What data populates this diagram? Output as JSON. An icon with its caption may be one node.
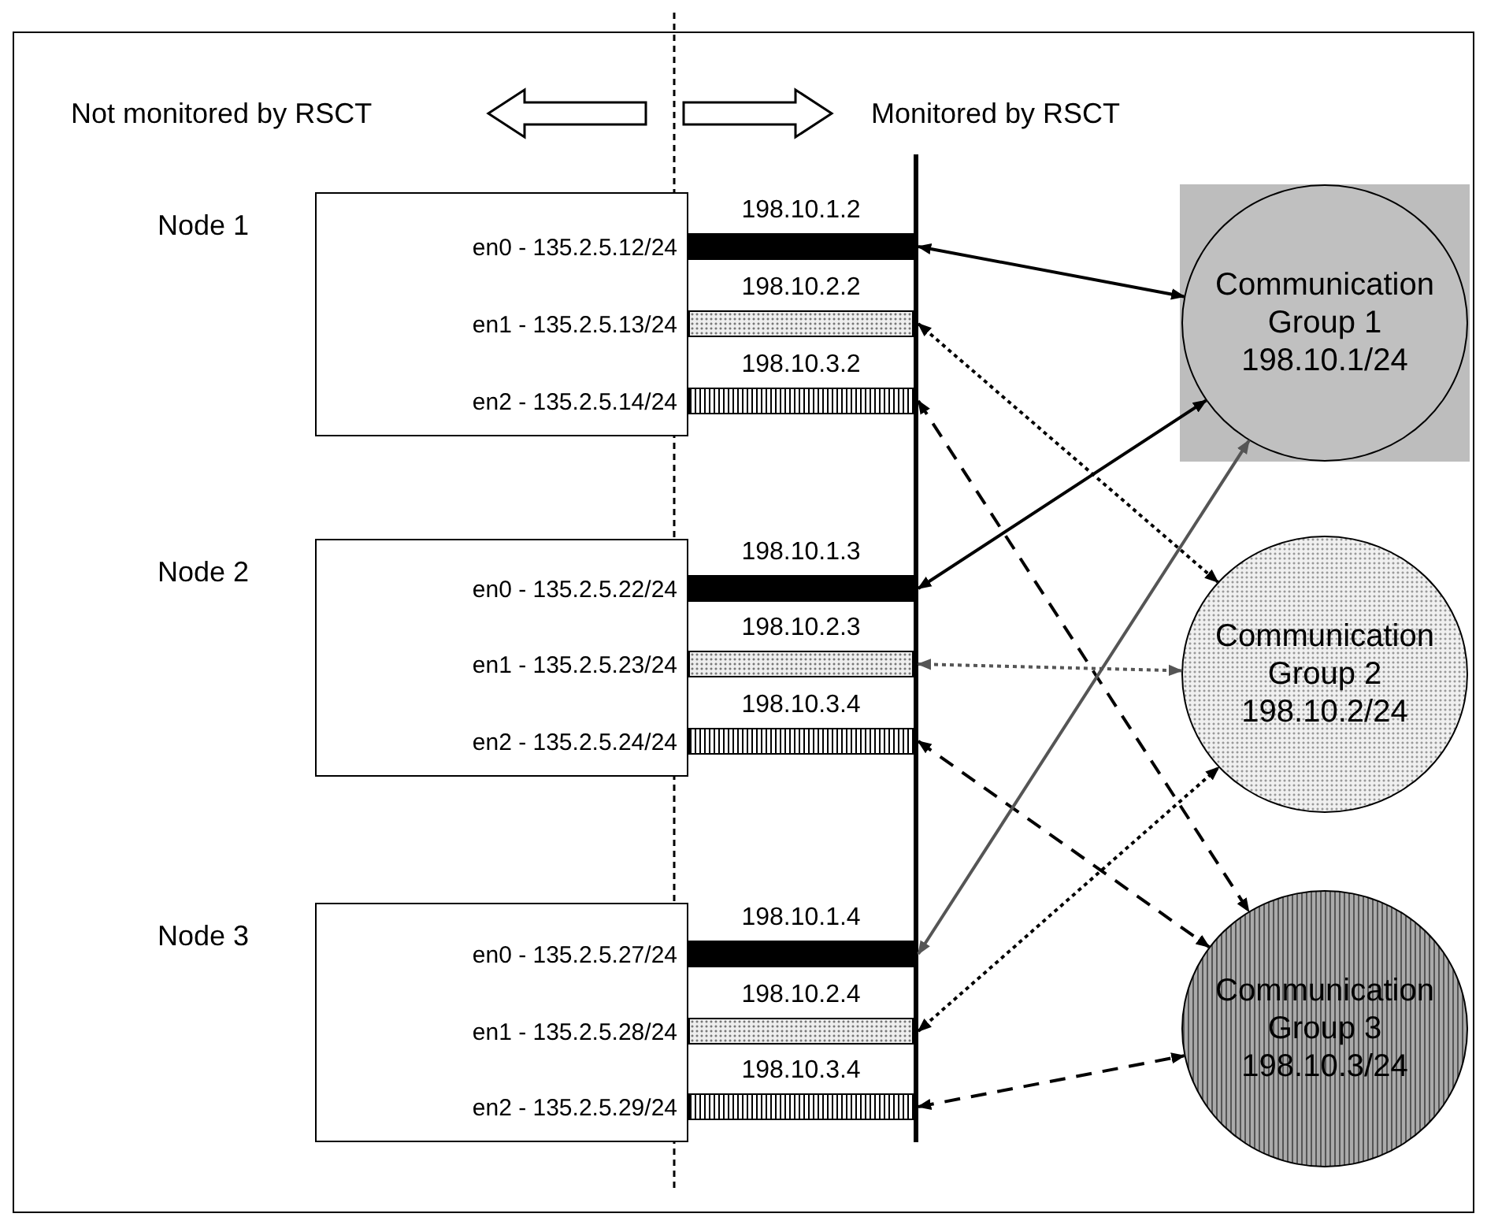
{
  "diagram": {
    "nodes": [
      {
        "text": [
          "Node 1",
          "en0 - 135.2.5.12/24",
          "en1 - 135.2.5.13/24",
          "en2 - 135.2.5.14/24"
        ]
      },
      {
        "text": [
          "Node 2",
          "en0 - 135.2.5.22/24",
          "en1 - 135.2.5.23/24",
          "en2 - 135.2.5.24/24"
        ]
      },
      {
        "text": [
          "Node 3",
          "en0 - 135.2.5.27/24",
          "en1 - 135.2.5.28/24",
          "en2 - 135.2.5.29/24"
        ]
      },
      {
        "text": [
          "198.10.1.2"
        ]
      },
      {
        "text": [
          "198.10.2.2"
        ]
      },
      {
        "text": [
          "198.10.3.2"
        ]
      },
      {
        "text": [
          "198.10.1.3"
        ]
      },
      {
        "text": [
          "198.10.2.3"
        ]
      },
      {
        "text": [
          "198.10.3.4"
        ]
      },
      {
        "text": [
          "198.10.1.4"
        ]
      },
      {
        "text": [
          "198.10.2.4"
        ]
      },
      {
        "text": [
          "198.10.3.4"
        ]
      },
      {
        "text": [
          "Communication Group 1",
          "198.10.1/24"
        ]
      },
      {
        "text": [
          "Communication Group 2",
          "198.10.2/24"
        ]
      },
      {
        "text": [
          "Communication Group 3",
          "198.10.3/24"
        ]
      }
    ],
    "edges": [
      {
        "from": 3,
        "to": 12,
        "arrow": "both"
      },
      {
        "from": 4,
        "to": 13,
        "arrow": "both",
        "style": "dashed"
      },
      {
        "from": 5,
        "to": 14,
        "arrow": "both",
        "style": "dashed"
      },
      {
        "from": 6,
        "to": 12,
        "arrow": "both"
      },
      {
        "from": 7,
        "to": 13,
        "arrow": "both",
        "style": "dashed",
        "color": "#555555"
      },
      {
        "from": 8,
        "to": 14,
        "arrow": "both",
        "style": "dashed"
      },
      {
        "from": 9,
        "to": 12,
        "arrow": "both",
        "color": "#555555"
      },
      {
        "from": 10,
        "to": 13,
        "arrow": "both",
        "style": "dashed"
      },
      {
        "from": 11,
        "to": 14,
        "arrow": "both",
        "style": "dashed"
      }
    ],
    "labels": [
      "Not monitored by RSCT",
      "Monitored by RSCT"
    ]
  }
}
